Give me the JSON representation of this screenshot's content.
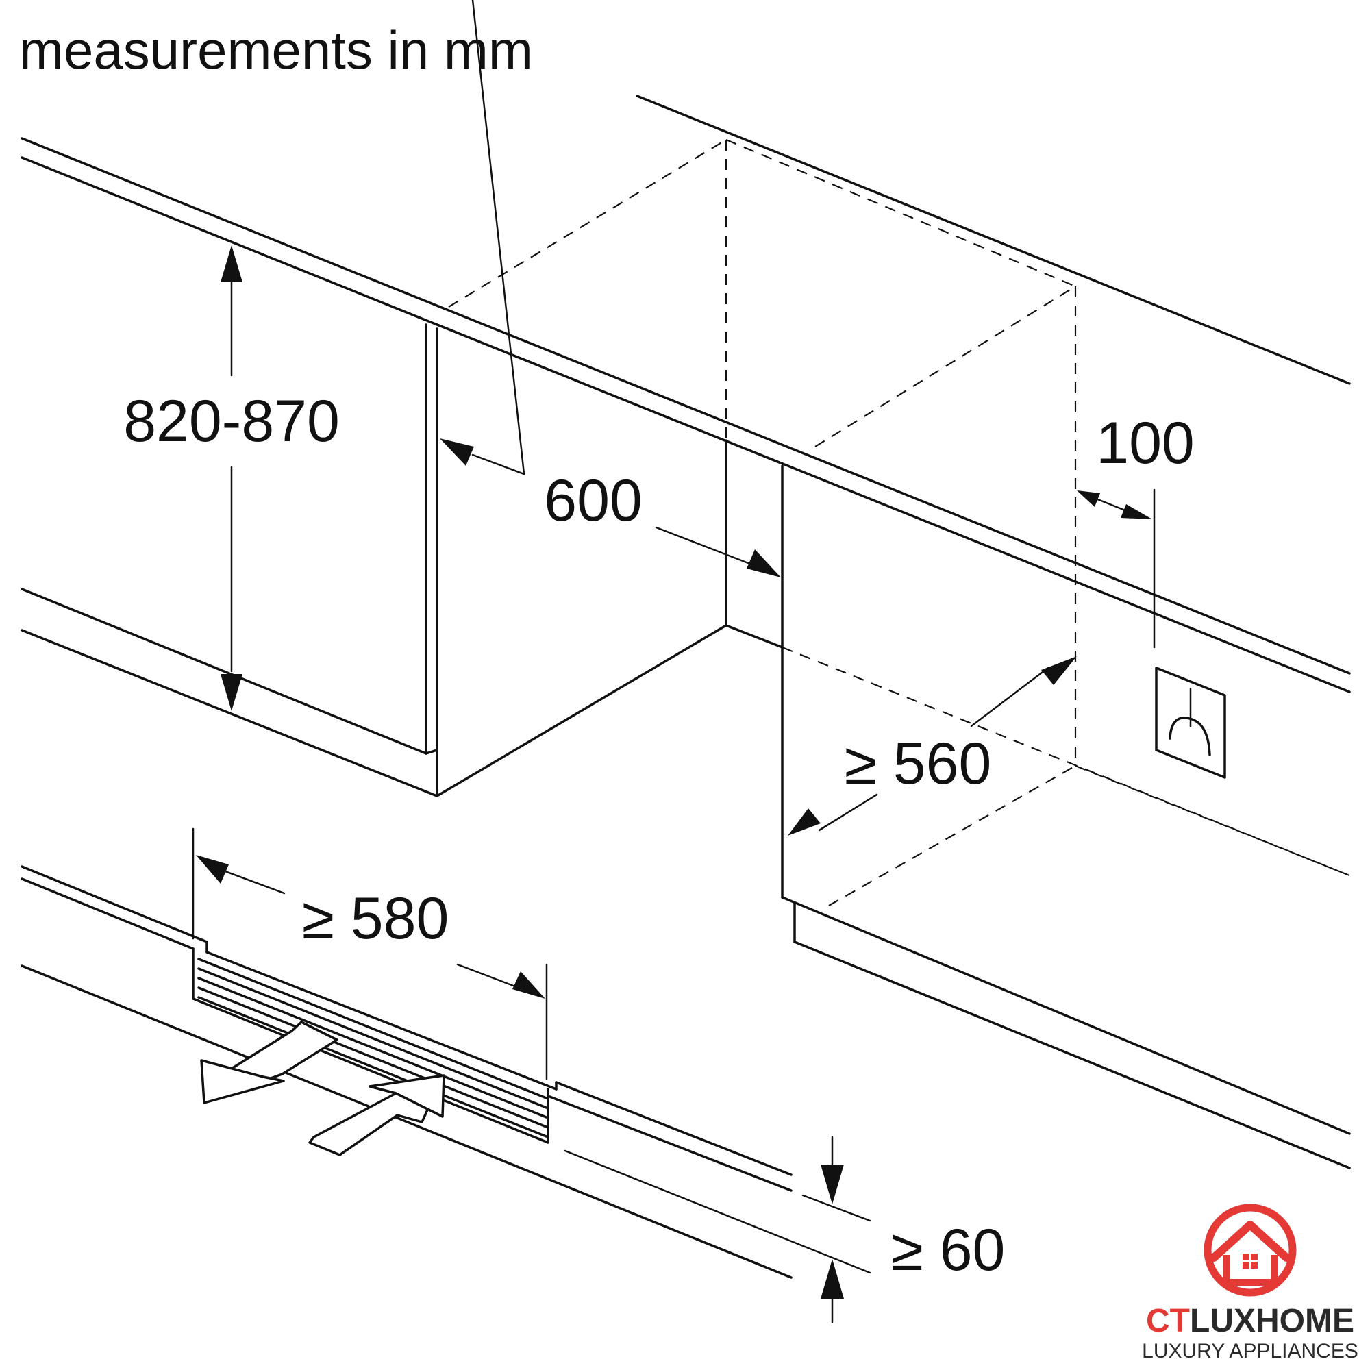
{
  "title": "measurements in mm",
  "dimensions": {
    "height": "820-870",
    "depth": "600",
    "wall_offset": "100",
    "niche_depth": "≥ 560",
    "niche_width": "≥ 580",
    "plinth_height": "≥ 60"
  },
  "logo": {
    "brand_main": "CTLUXHOME",
    "tagline": "LUXURY APPLIANCES",
    "colors": {
      "red": "#e53935",
      "dark": "#2a2a2a"
    }
  },
  "icons": {
    "socket": "power-socket-icon",
    "airflow_out": "airflow-out-arrow-icon",
    "airflow_in": "airflow-in-arrow-icon",
    "logo": "house-logo-icon"
  }
}
